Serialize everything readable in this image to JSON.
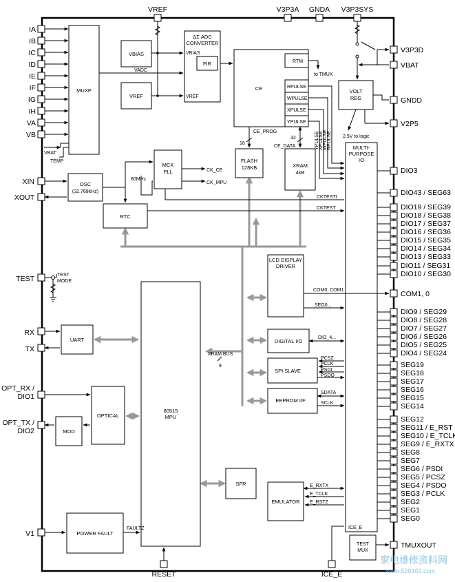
{
  "top_pins": {
    "vref": "VREF",
    "v3p3a": "V3P3A",
    "gnda": "GNDA",
    "v3p3sys": "V3P3SYS"
  },
  "left_pins": {
    "ia": "IA",
    "ib": "IB",
    "ic": "IC",
    "id": "ID",
    "ie": "IE",
    "if": "IF",
    "ig": "IG",
    "ih": "IH",
    "va": "VA",
    "vb": "VB",
    "xin": "XIN",
    "xout": "XOUT",
    "test": "TEST",
    "rx": "RX",
    "tx": "TX",
    "opt_rx_1": "OPT_RX /",
    "opt_rx_2": "DIO1",
    "opt_tx_1": "OPT_TX /",
    "opt_tx_2": "DIO2",
    "v1": "V1"
  },
  "bottom_pins": {
    "reset": "RESET",
    "ice_e": "ICE_E"
  },
  "right_pins": {
    "v3p3d": "V3P3D",
    "vbat": "VBAT",
    "gndd": "GNDD",
    "v2p5": "V2P5",
    "dio3": "DIO3",
    "dio43": "DIO43 / SEG63",
    "dio19": "DIO19 / SEG39",
    "dio18": "DIO18 / SEG38",
    "dio17": "DIO17 / SEG37",
    "dio16": "DIO16 / SEG36",
    "dio15": "DIO15 / SEG35",
    "dio14": "DIO14 / SEG34",
    "dio13": "DIO13 / SEG33",
    "dio11": "DIO11 / SEG31",
    "dio10": "DIO10 / SEG30",
    "com10": "COM1, 0",
    "dio9": "DIO9 / SEG29",
    "dio8": "DIO8 / SEG28",
    "dio7": "DIO7 / SEG27",
    "dio6": "DIO6 / SEG26",
    "dio5": "DIO5 / SEG25",
    "dio4": "DIO4 / SEG24",
    "seg19": "SEG19",
    "seg18": "SEG18",
    "seg17": "SEG17",
    "seg16": "SEG16",
    "seg15": "SEG15",
    "seg14": "SEG14",
    "seg12": "SEG12",
    "seg11": "SEG11 / E_RST",
    "seg10": "SEG10 / E_TCLK",
    "seg9": "SEG9 / E_RXTX",
    "seg8": "SEG8",
    "seg7": "SEG7",
    "seg6": "SEG6 / PSDI",
    "seg5": "SEG5 / PCSZ",
    "seg4": "SEG4 / PSDO",
    "seg3": "SEG3 / PCLK",
    "seg2": "SEG2",
    "seg1": "SEG1",
    "seg0": "SEG0",
    "tmuxout": "TMUXOUT"
  },
  "blocks": {
    "muxp": "MUXP",
    "vbias": "VBIAS",
    "vref": "VREF",
    "adc_1": "ΔΣ ADC",
    "adc_2": "CONVERTER",
    "fir": "FIR",
    "ce": "CE",
    "rtm": "RTM",
    "rpulse": "RPULSE",
    "wpulse": "WPULSE",
    "xpulse": "XPULSE",
    "ypulse": "YPULSE",
    "volt_reg_1": "VOLT",
    "volt_reg_2": "REG",
    "multi_1": "MULTI-",
    "multi_2": "PURPOSE",
    "multi_3": "IO",
    "osc_1": "OSC",
    "osc_2": "(32.768kHz)",
    "mck_1": "MCK",
    "mck_2": "PLL",
    "rtc": "RTC",
    "flash_1": "FLASH",
    "flash_2": "128KB",
    "xram_1": "XRAM",
    "xram_2": "4kB",
    "lcd_1": "LCD DISPLAY",
    "lcd_2": "DRIVER",
    "uart": "UART",
    "mpu_1": "80515",
    "mpu_2": "MPU",
    "digital_io": "DIGITAL I/O",
    "spi_slave": "SPI SLAVE",
    "eeprom": "EEPROM I/F",
    "optical": "OPTICAL",
    "mod": "MOD",
    "sfr": "SFR",
    "emulator": "EMULATOR",
    "power_fault": "POWER FAULT",
    "test_mux_1": "TEST",
    "test_mux_2": "MUX"
  },
  "signals": {
    "vbias": "VBIAS",
    "vadc": "VADC",
    "vref": "VREF",
    "vbat": "VBAT",
    "temp": "TEMP",
    "to_tmux": "to TMUX",
    "ce_prog": "CE_PROG",
    "ce_data": "CE_DATA",
    "n16": "16",
    "n32": "32",
    "v25_logic": "2.5V to logic",
    "mhz80": "80MHz",
    "ck_ce": "CK_CE",
    "ck_mpu": "CK_MPU",
    "cktesti": "CKTESTI",
    "cktest": "CKTEST",
    "test_mode_1": "TEST",
    "test_mode_2": "MODE",
    "com01": "COM0, COM1",
    "seg0": "SEG0...",
    "dio4": "DIO_4...",
    "pcsz": "PCSZ",
    "pclk": "PCLK",
    "psdi": "PSDI",
    "psdo": "PSDO",
    "sdata": "SDATA",
    "sclk": "SCLK",
    "xram_bus": "XRAM BUS",
    "n8": "8",
    "e_rxtx": "E_RXTX",
    "e_tclk": "E_TCLK",
    "e_rstz": "E_RSTZ",
    "ice_e": "ICE_E",
    "faultz": "FAULTZ",
    "ypulse_v": "YPULSE",
    "xpulse_v": "XPULSE",
    "wpulse_v": "WPULSE",
    "rpulse_v": "RPULSE"
  },
  "watermark": {
    "cn": "家电维修资料网",
    "url": "www.520101.com"
  }
}
